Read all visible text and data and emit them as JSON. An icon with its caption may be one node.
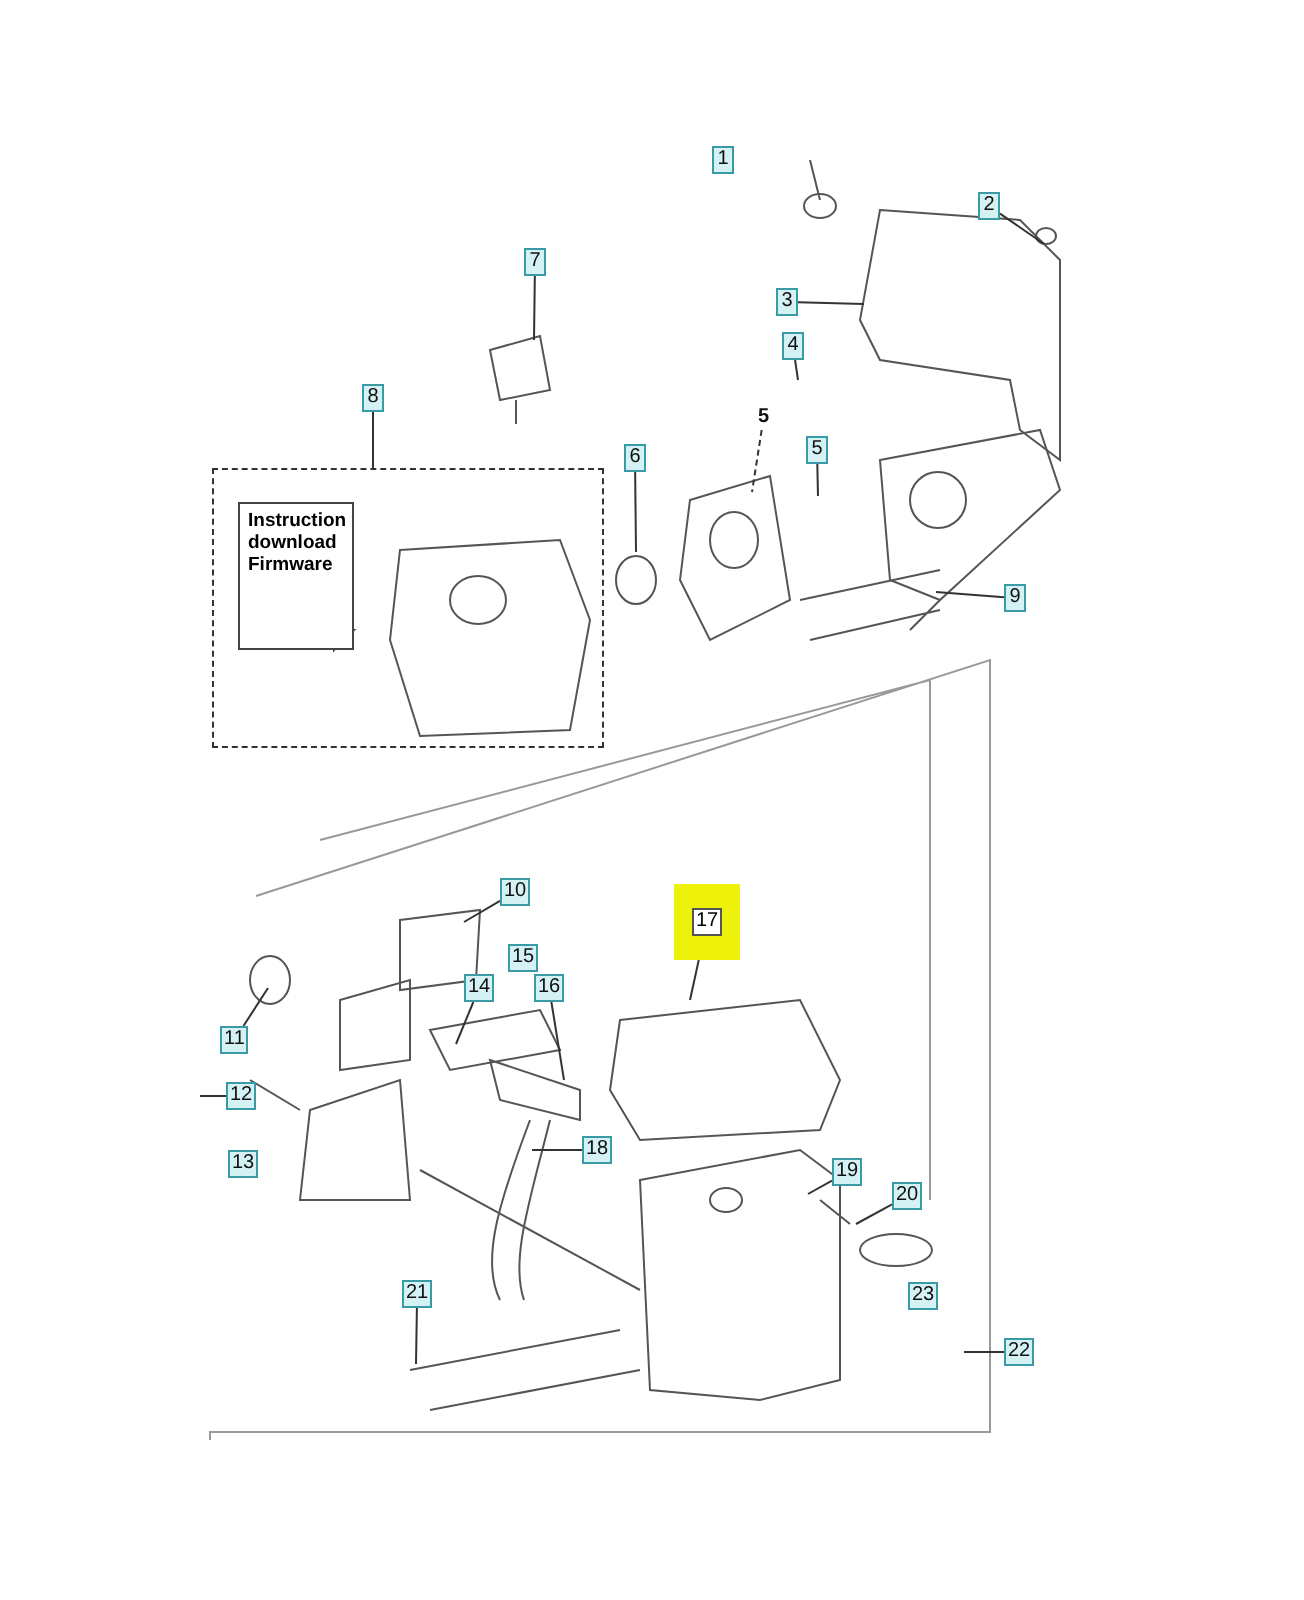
{
  "diagram": {
    "nodes": [
      {
        "text": [
          "2"
        ]
      },
      {
        "text": [
          "3"
        ]
      },
      {
        "text": [
          "4"
        ]
      },
      {
        "text": [
          "5"
        ]
      },
      {
        "text": [
          "5"
        ]
      },
      {
        "text": [
          "6"
        ]
      },
      {
        "text": [
          "7"
        ]
      },
      {
        "text": [
          "8"
        ]
      },
      {
        "text": [],
        "shape": "box"
      },
      {
        "text": [
          "Instruction download Firmware"
        ],
        "in": 8
      },
      {
        "text": [
          "9"
        ]
      },
      {
        "text": [
          "10"
        ]
      },
      {
        "text": [
          "11"
        ]
      },
      {
        "text": [
          "12"
        ]
      },
      {
        "text": [
          "14"
        ]
      },
      {
        "text": [
          "16"
        ]
      },
      {
        "text": [
          "17"
        ]
      },
      {
        "text": [
          "18"
        ]
      },
      {
        "text": [
          "19"
        ]
      },
      {
        "text": [
          "20"
        ]
      },
      {
        "text": [
          "21"
        ]
      },
      {
        "text": [
          "22"
        ]
      },
      {
        "text": [
          "1"
        ]
      },
      {
        "text": [
          "13"
        ]
      },
      {
        "text": [
          "15"
        ]
      },
      {
        "text": [
          "23"
        ]
      }
    ],
    "edges": [
      {
        "from": 0,
        "to": null,
        "arrow": "none"
      },
      {
        "from": 1,
        "to": null,
        "arrow": "none"
      },
      {
        "from": 2,
        "to": null,
        "arrow": "none"
      },
      {
        "from": 3,
        "to": null,
        "arrow": "none",
        "style": "dashed"
      },
      {
        "from": 4,
        "to": null,
        "arrow": "none"
      },
      {
        "from": 5,
        "to": null,
        "arrow": "none"
      },
      {
        "from": 6,
        "to": null,
        "arrow": "none"
      },
      {
        "from": 7,
        "to": 8,
        "arrow": "none"
      },
      {
        "from": 10,
        "to": null,
        "arrow": "none"
      },
      {
        "from": 11,
        "to": null,
        "arrow": "none"
      },
      {
        "from": 12,
        "to": null,
        "arrow": "none"
      },
      {
        "from": 13,
        "to": null,
        "arrow": "none"
      },
      {
        "from": 14,
        "to": null,
        "arrow": "none"
      },
      {
        "from": 15,
        "to": null,
        "arrow": "none"
      },
      {
        "from": 16,
        "to": null,
        "arrow": "none"
      },
      {
        "from": 17,
        "to": null,
        "arrow": "none"
      },
      {
        "from": 18,
        "to": null,
        "arrow": "none"
      },
      {
        "from": 19,
        "to": null,
        "arrow": "none"
      },
      {
        "from": 20,
        "to": null,
        "arrow": "none"
      },
      {
        "from": 21,
        "to": null,
        "arrow": "none"
      }
    ]
  }
}
